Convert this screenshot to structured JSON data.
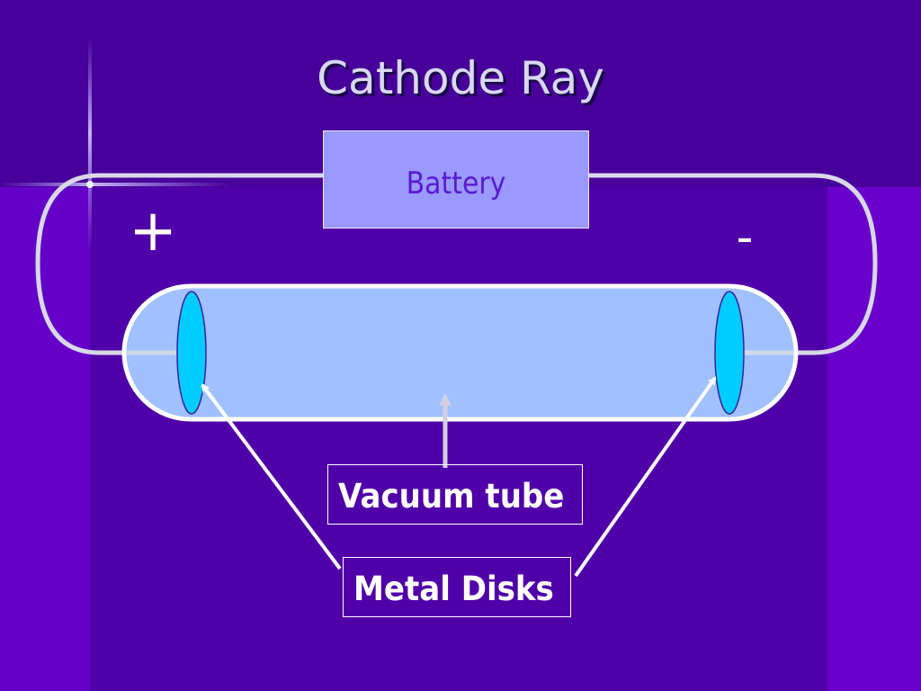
{
  "slide": {
    "title": "Cathode Ray",
    "battery_label": "Battery",
    "positive_terminal": "+",
    "negative_terminal": "-",
    "vacuum_tube_label": "Vacuum tube",
    "metal_disks_label": "Metal Disks"
  },
  "colors": {
    "background": "#5000a8",
    "tube_fill": "#a0c0ff",
    "disk_fill": "#00ccff",
    "battery_fill": "#9999ff",
    "battery_text": "#5a1ad0"
  }
}
